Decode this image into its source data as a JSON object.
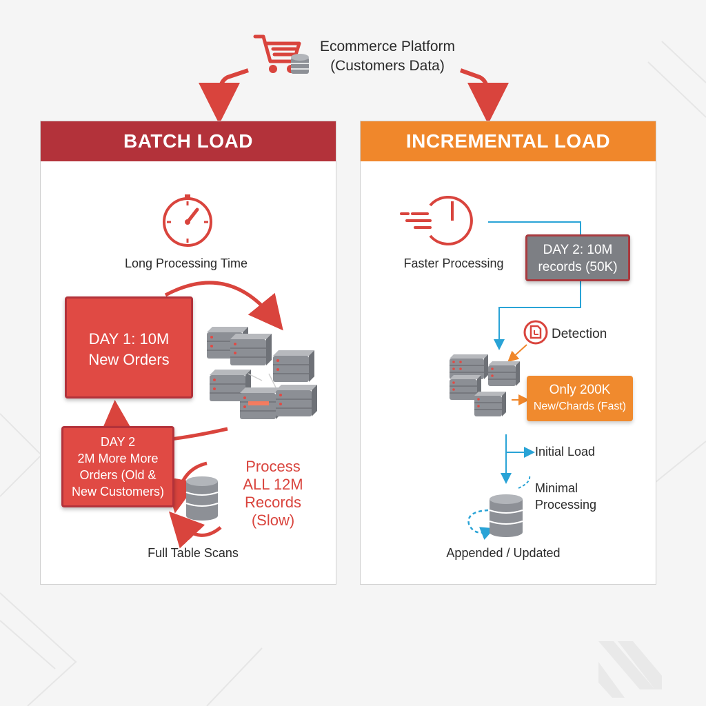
{
  "source": {
    "line1": "Ecommerce Platform",
    "line2": "(Customers Data)"
  },
  "batch": {
    "title": "BATCH LOAD",
    "processing_label": "Long Processing Time",
    "day1_line1": "DAY 1: 10M",
    "day1_line2": "New Orders",
    "day2_line1": "DAY 2",
    "day2_line2": "2M More More",
    "day2_line3": "Orders (Old &",
    "day2_line4": "New Customers)",
    "process_line1": "Process",
    "process_line2": "ALL 12M",
    "process_line3": "Records",
    "process_line4": "(Slow)",
    "scan_label": "Full Table Scans"
  },
  "incremental": {
    "title": "INCREMENTAL LOAD",
    "processing_label": "Faster Processing",
    "day2_line1": "DAY 2: 10M",
    "day2_line2": "records (50K)",
    "detection_label": "Detection",
    "only_line1": "Only 200K",
    "only_line2": "New/Chards (Fast)",
    "initial_label": "Initial Load",
    "minimal_line1": "Minimal",
    "minimal_line2": "Processing",
    "appended_label": "Appended / Updated"
  },
  "colors": {
    "batch_header": "#b3323a",
    "incremental_header": "#f0872b",
    "red_box": "#e04a44",
    "grey_box": "#7d7f84",
    "flow_blue": "#29a3d6",
    "icon_red": "#d9443d"
  }
}
